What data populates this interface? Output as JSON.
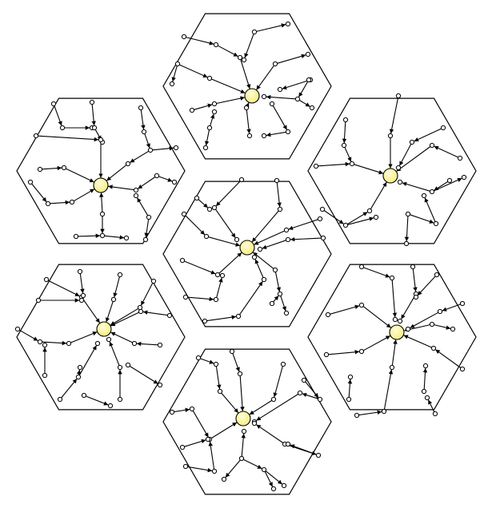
{
  "colors": {
    "background": "#ffffff",
    "cell_stroke": "#000000",
    "edge_stroke": "#000000",
    "arrowhead": "#000000",
    "node_fill": "#ffffff",
    "node_stroke": "#000000",
    "gateway_fill": "#f7ef7a",
    "gateway_stroke": "#000000"
  },
  "cells": [
    {
      "id": "cell-top",
      "gateway": "yes"
    },
    {
      "id": "cell-upper-left",
      "gateway": "yes"
    },
    {
      "id": "cell-upper-right",
      "gateway": "yes"
    },
    {
      "id": "cell-center",
      "gateway": "yes"
    },
    {
      "id": "cell-lower-left",
      "gateway": "yes"
    },
    {
      "id": "cell-lower-right",
      "gateway": "yes"
    },
    {
      "id": "cell-bottom",
      "gateway": "yes"
    }
  ]
}
